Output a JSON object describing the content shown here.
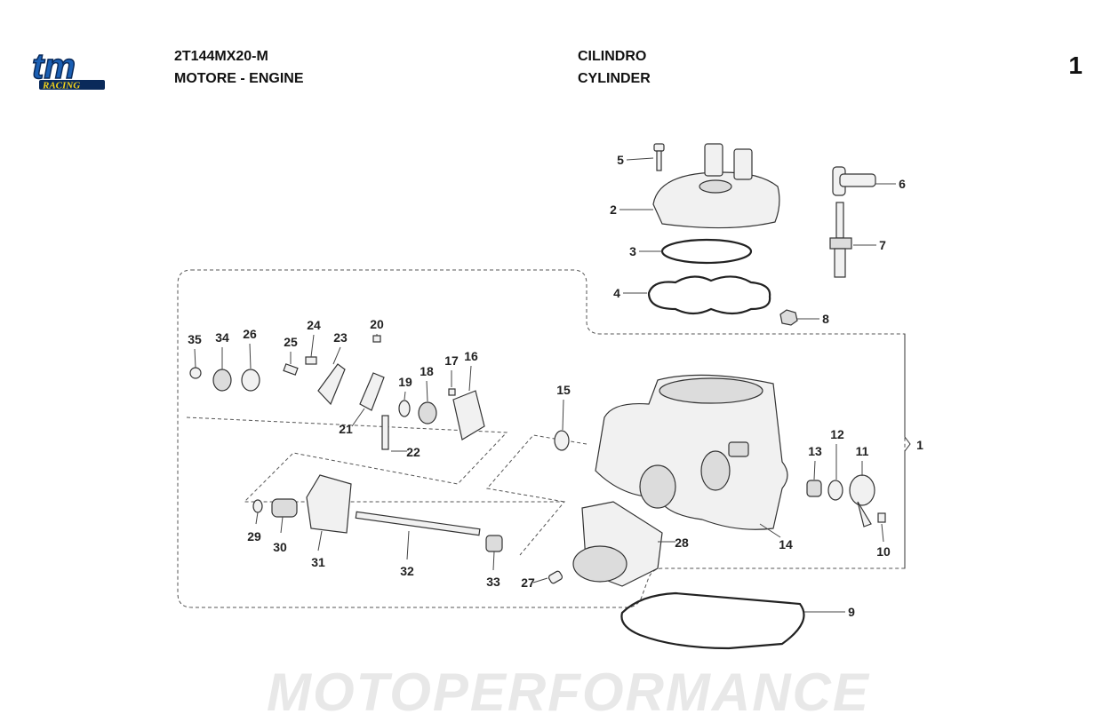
{
  "header": {
    "code": "2T144MX20-M",
    "group": "MOTORE - ENGINE",
    "title_it": "CILINDRO",
    "title_en": "CYLINDER",
    "page_number": "1"
  },
  "logo": {
    "text": "tm",
    "subtext": "RACING",
    "colors": {
      "blue": "#1a5fb4",
      "yellow": "#f2d21b"
    }
  },
  "watermark": "MOTOPERFORMANCE",
  "callouts": [
    "1",
    "2",
    "3",
    "4",
    "5",
    "6",
    "7",
    "8",
    "9",
    "10",
    "11",
    "12",
    "13",
    "14",
    "15",
    "16",
    "17",
    "18",
    "19",
    "20",
    "21",
    "22",
    "23",
    "24",
    "25",
    "26",
    "27",
    "28",
    "29",
    "30",
    "31",
    "32",
    "33",
    "34",
    "35"
  ]
}
